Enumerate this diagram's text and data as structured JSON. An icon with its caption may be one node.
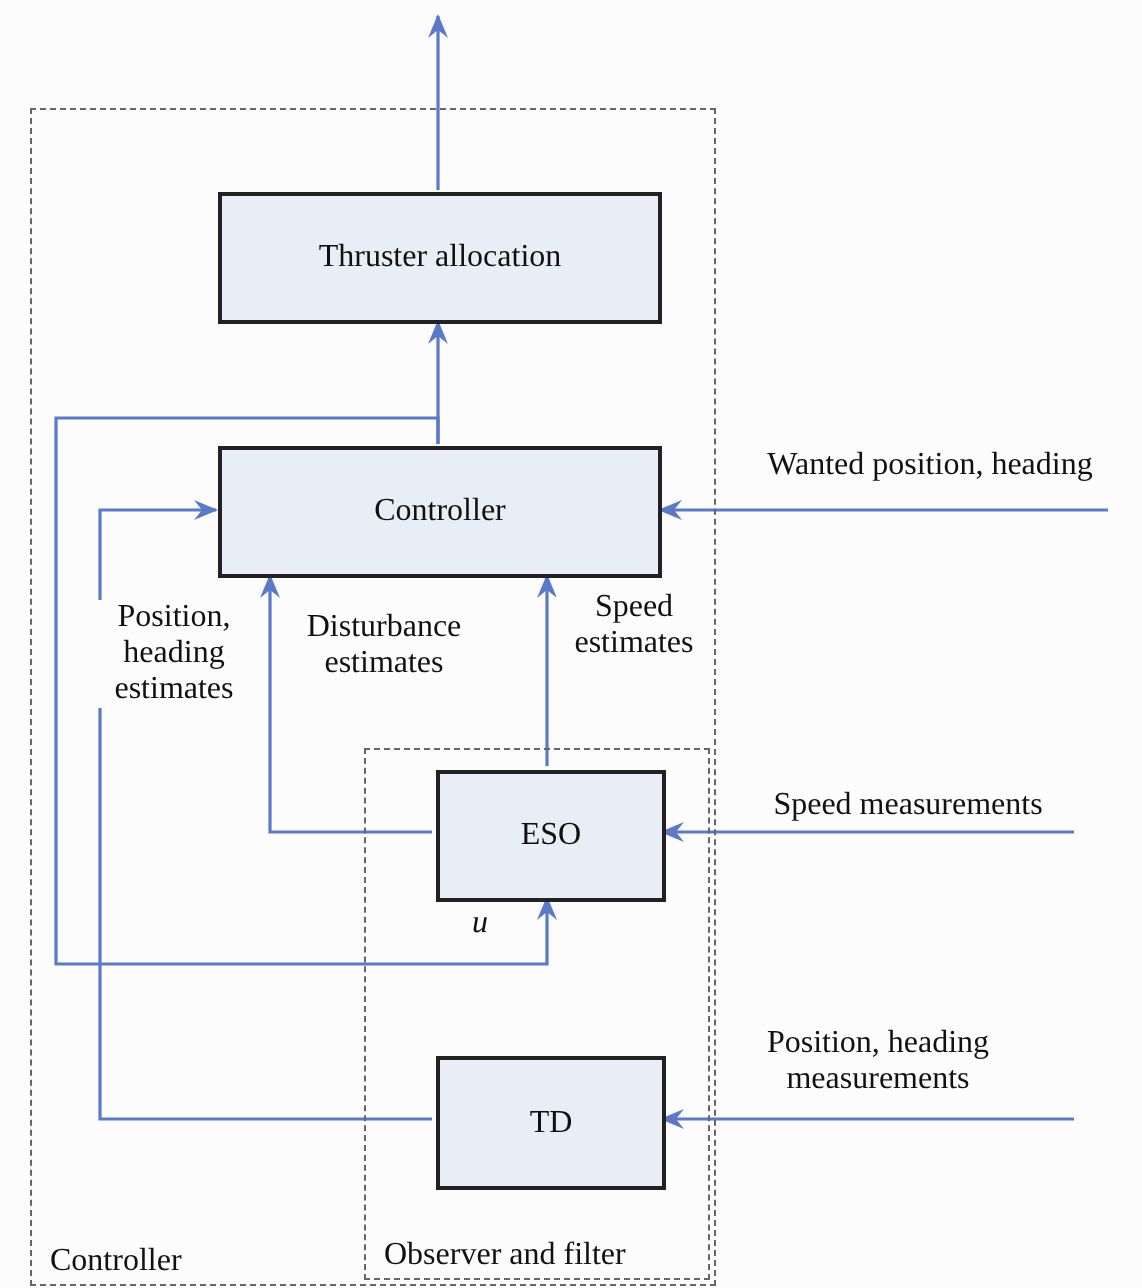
{
  "diagram": {
    "nodes": [
      {
        "text": [
          "Controller"
        ]
      },
      {
        "text": [
          "Thruster allocation"
        ],
        "in": 0
      },
      {
        "text": [
          "Controller"
        ],
        "in": 0
      },
      {
        "text": [
          "Observer and filter"
        ],
        "in": 0
      },
      {
        "text": [
          "ESO"
        ],
        "in": 3
      },
      {
        "text": [
          "TD"
        ],
        "in": 3
      }
    ],
    "edges": [
      {
        "from": 1,
        "to": null,
        "arrow": "to"
      },
      {
        "from": 2,
        "to": 1,
        "arrow": "to"
      },
      {
        "from": 2,
        "to": 4,
        "arrow": "to",
        "label": "u"
      },
      {
        "from": 5,
        "to": 2,
        "arrow": "to",
        "label": "Position, heading estimates"
      },
      {
        "from": 4,
        "to": 2,
        "arrow": "to",
        "label": "Disturbance estimates"
      },
      {
        "from": 4,
        "to": 2,
        "arrow": "to",
        "label": "Speed estimates"
      },
      {
        "from": null,
        "to": 2,
        "arrow": "to",
        "label": "Wanted position, heading"
      },
      {
        "from": null,
        "to": 4,
        "arrow": "to",
        "label": "Speed measurements"
      },
      {
        "from": null,
        "to": 5,
        "arrow": "to",
        "label": "Position, heading measurements"
      }
    ]
  }
}
